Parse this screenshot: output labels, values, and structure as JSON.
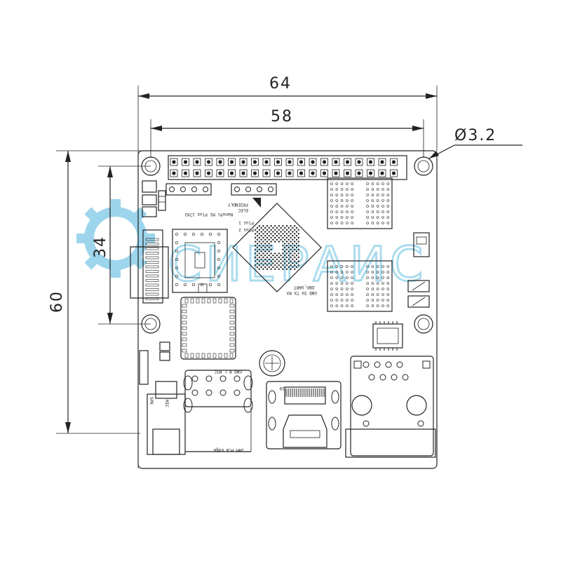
{
  "dimensions": {
    "overall_width": "64",
    "inner_width": "58",
    "hole_diameter": "Ø3.2",
    "inner_height": "34",
    "overall_height": "60"
  },
  "board": {
    "model_label": "NanoPi M1 Plus 1702",
    "logo_text_top": "FRIENDLY",
    "logo_text_bottom": "ELEC",
    "antenna_label_1": "Plus 1",
    "antenna_label_2": "Plus 2",
    "debug_uart_label": "DBG_UART",
    "debug_uart_pins": "GND 5V TX RX",
    "audio_header_pins": "GND  R  L  MIC",
    "pcb_edge_label": "1MM PCB Edge",
    "left_small_labels": [
      "SPK",
      "MIC"
    ],
    "hdmi_pin_label": "19"
  },
  "watermark": {
    "text": "СИЕРАИС",
    "color": "#7cc8e6"
  },
  "colors": {
    "line": "#222222",
    "background": "#ffffff"
  }
}
